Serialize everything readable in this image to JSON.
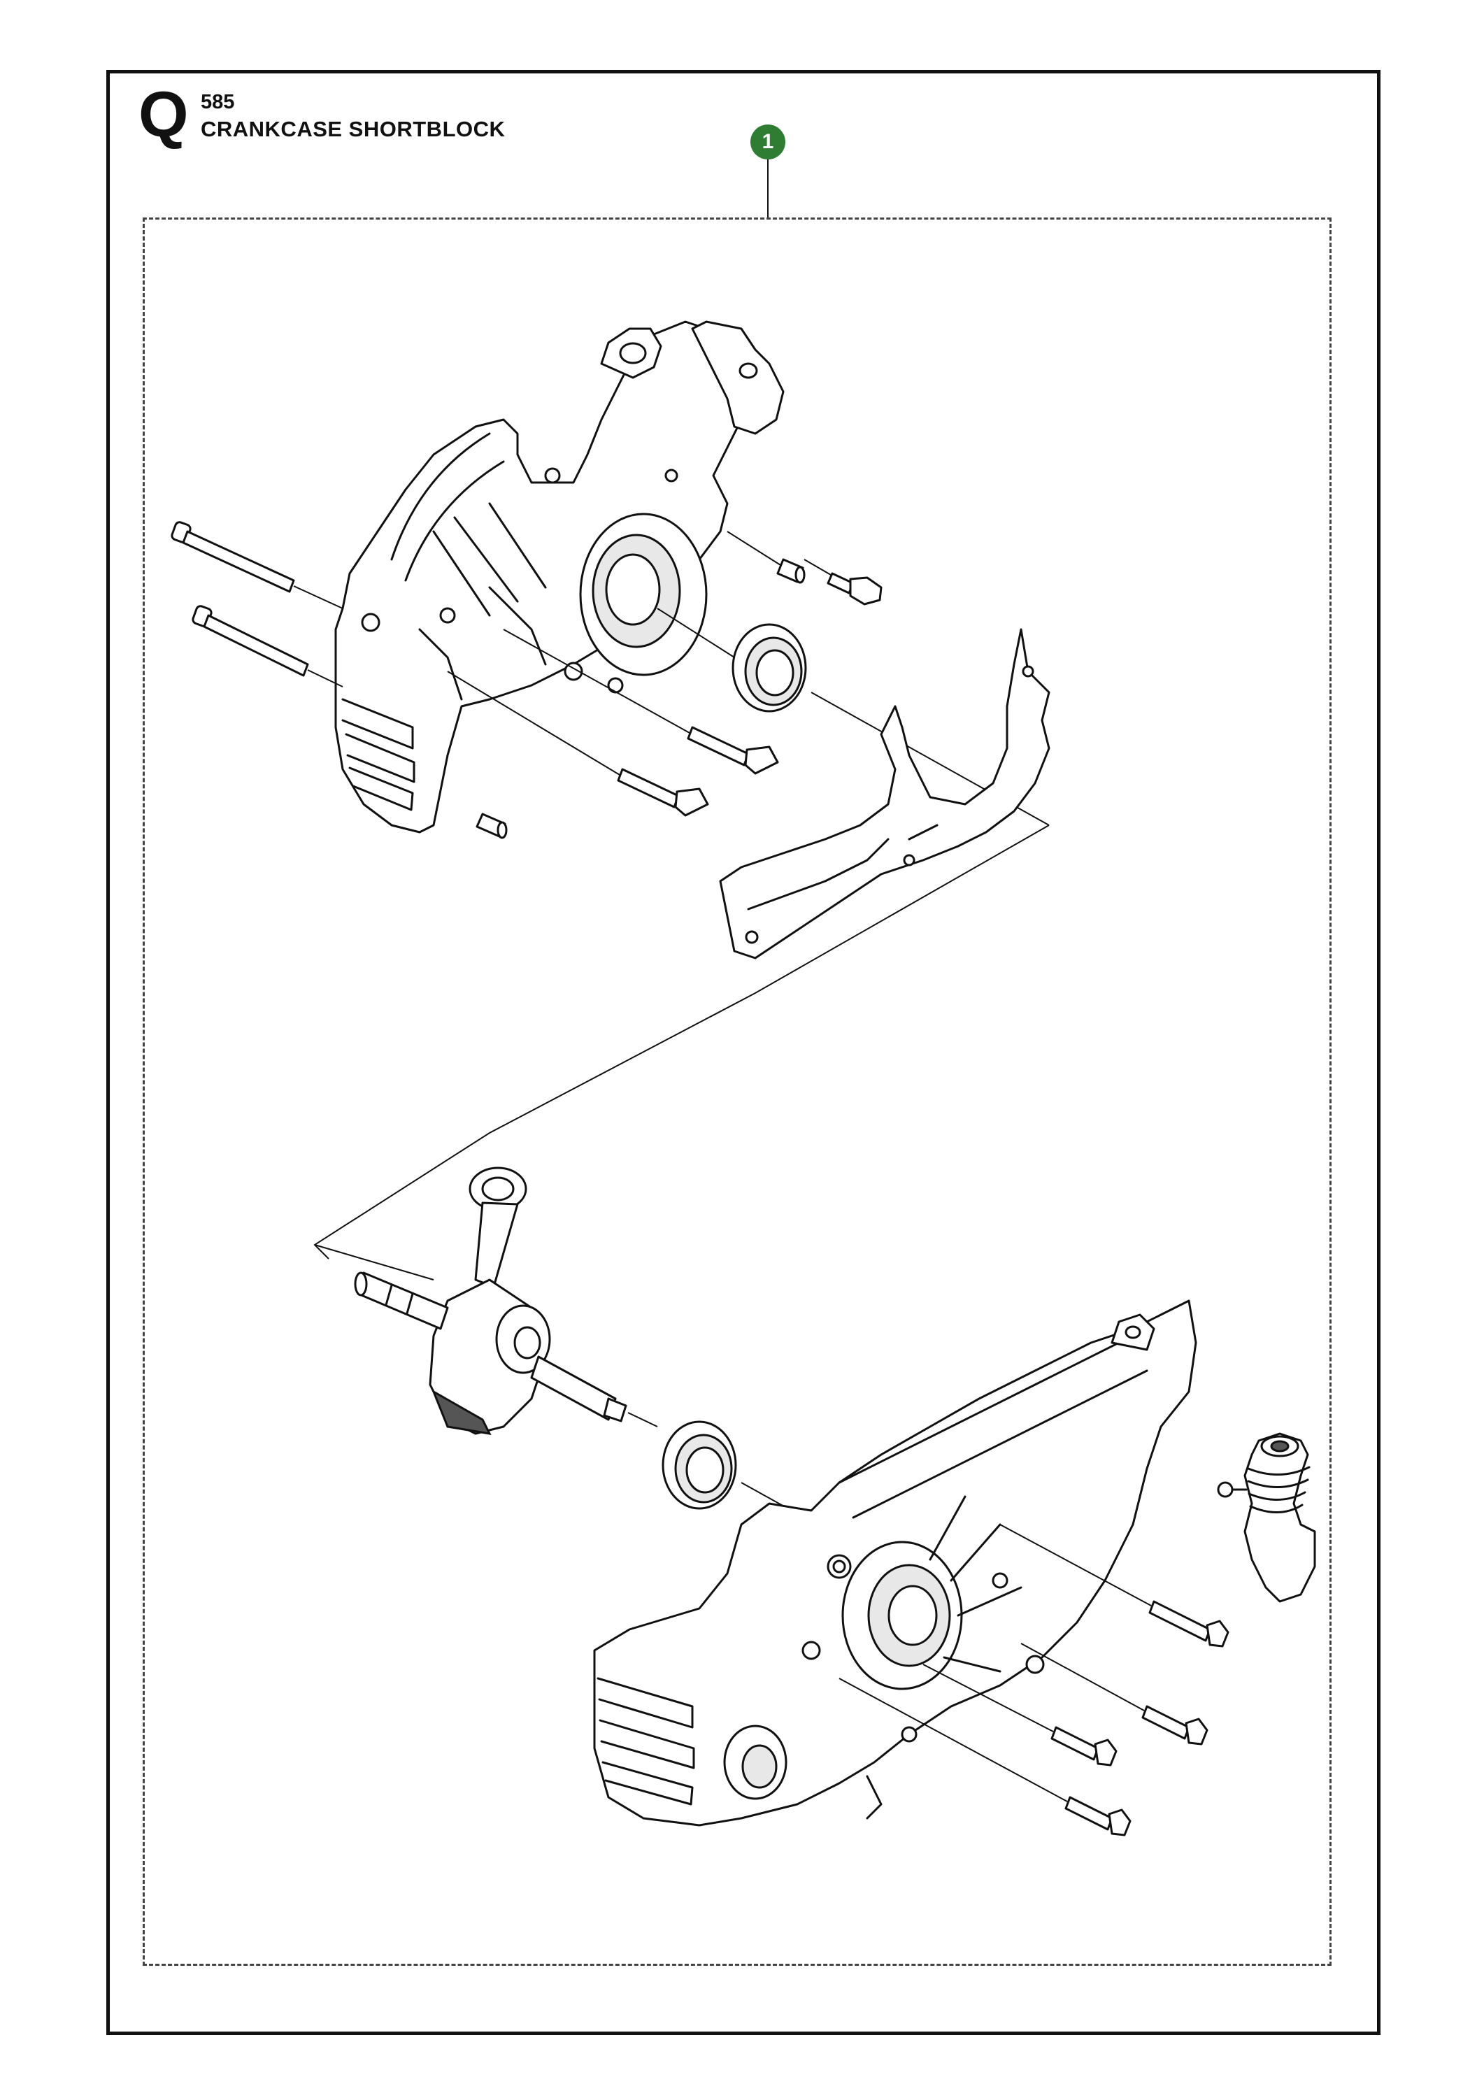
{
  "header": {
    "section_letter": "Q",
    "model": "585",
    "title": "CRANKCASE SHORTBLOCK"
  },
  "callouts": [
    {
      "number": "1"
    }
  ]
}
